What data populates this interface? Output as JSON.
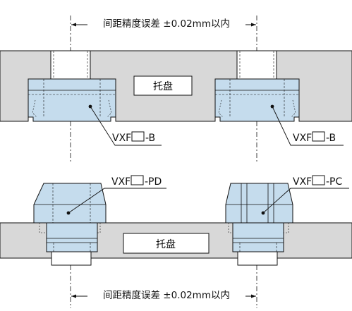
{
  "tolerance_top": "间距精度误差 ±0.02mm以内",
  "tolerance_bottom": "间距精度误差 ±0.02mm以内",
  "pallet_top": "托盘",
  "pallet_bottom": "托盘",
  "callouts": {
    "top_left": {
      "prefix": "VXF",
      "suffix": "-B"
    },
    "top_right": {
      "prefix": "VXF",
      "suffix": "-B"
    },
    "bottom_left": {
      "prefix": "VXF",
      "suffix": "-PD"
    },
    "bottom_right": {
      "prefix": "VXF",
      "suffix": "-PC"
    }
  },
  "colors": {
    "plate": "#d8d8d8",
    "part": "#c5dced",
    "line": "#111111"
  }
}
